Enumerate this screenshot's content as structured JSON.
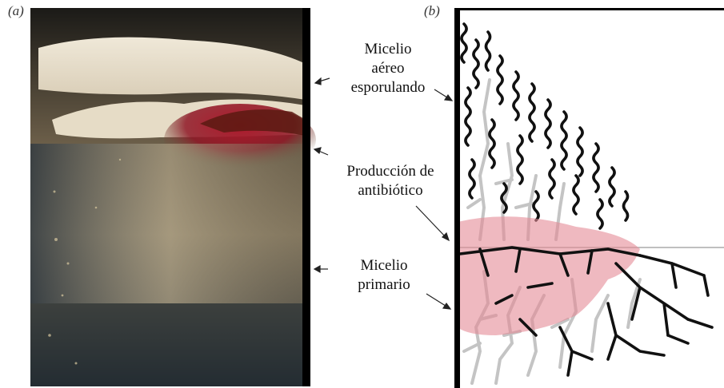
{
  "panels": {
    "a": "(a)",
    "b": "(b)"
  },
  "labels": {
    "aerial": [
      "Micelio",
      "aéreo",
      "esporulando"
    ],
    "antibiotic": [
      "Producción de",
      "antibiótico"
    ],
    "primary": [
      "Micelio",
      "primario"
    ]
  },
  "colors": {
    "frame": "#000000",
    "antibiotic_zone": "#e48a96",
    "hyphae_dark": "#111111",
    "hyphae_light": "#bdbdbd",
    "photo_red": "#a3162a"
  }
}
